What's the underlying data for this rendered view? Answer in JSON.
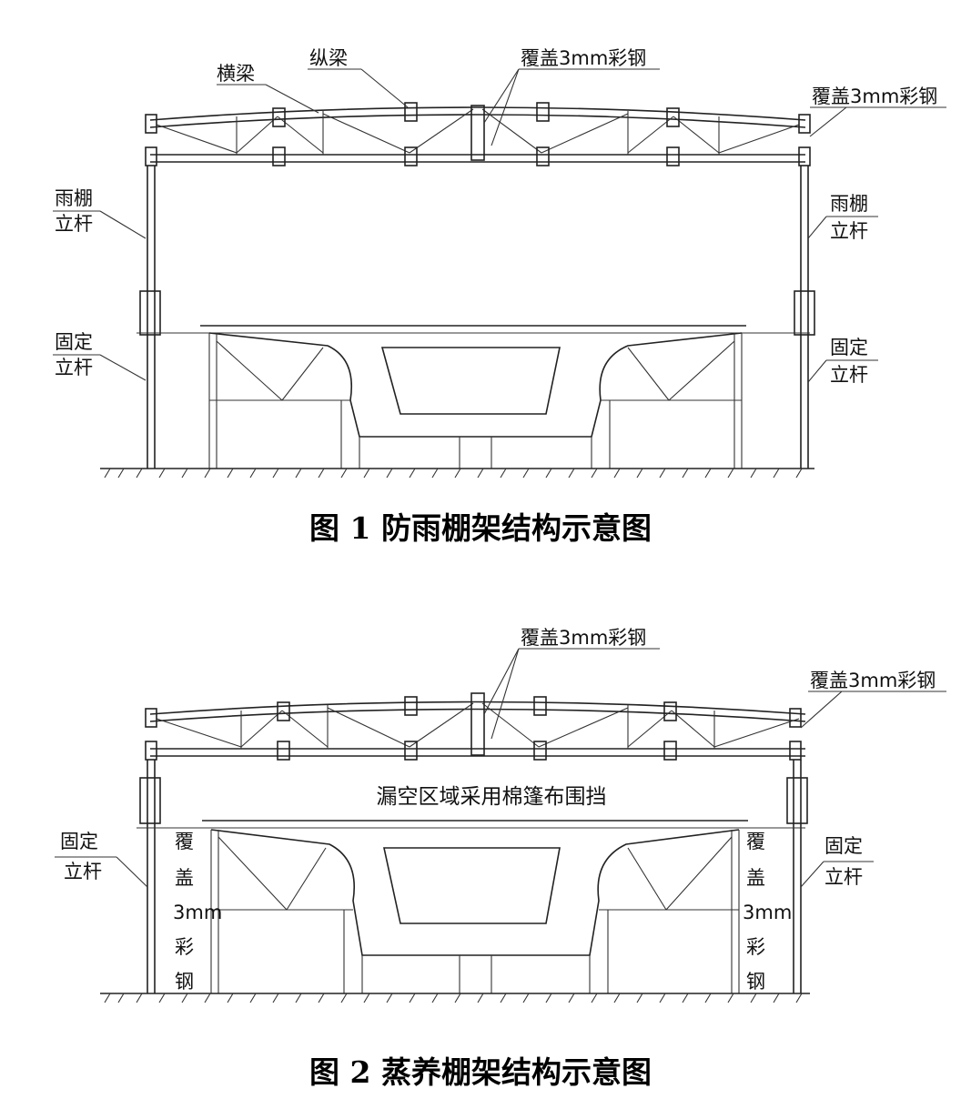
{
  "figure1": {
    "caption": "图 1  防雨棚架结构示意图",
    "labels": {
      "cross_beam": "横梁",
      "long_beam": "纵梁",
      "cover_top": "覆盖3mm彩钢",
      "cover_right": "覆盖3mm彩钢",
      "rain_pole_left_1": "雨棚",
      "rain_pole_left_2": "立杆",
      "rain_pole_right_1": "雨棚",
      "rain_pole_right_2": "立杆",
      "fixed_pole_left_1": "固定",
      "fixed_pole_left_2": "立杆",
      "fixed_pole_right_1": "固定",
      "fixed_pole_right_2": "立杆"
    }
  },
  "figure2": {
    "caption": "图 2  蒸养棚架结构示意图",
    "labels": {
      "cover_top": "覆盖3mm彩钢",
      "cover_right": "覆盖3mm彩钢",
      "hollow_note": "漏空区域采用棉篷布围挡",
      "fixed_pole_left_1": "固定",
      "fixed_pole_left_2": "立杆",
      "fixed_pole_right_1": "固定",
      "fixed_pole_right_2": "立杆",
      "side_cover_left": [
        "覆",
        "盖",
        "3mm",
        "彩",
        "钢"
      ],
      "side_cover_right": [
        "覆",
        "盖",
        "3mm",
        "彩",
        "钢"
      ]
    }
  }
}
